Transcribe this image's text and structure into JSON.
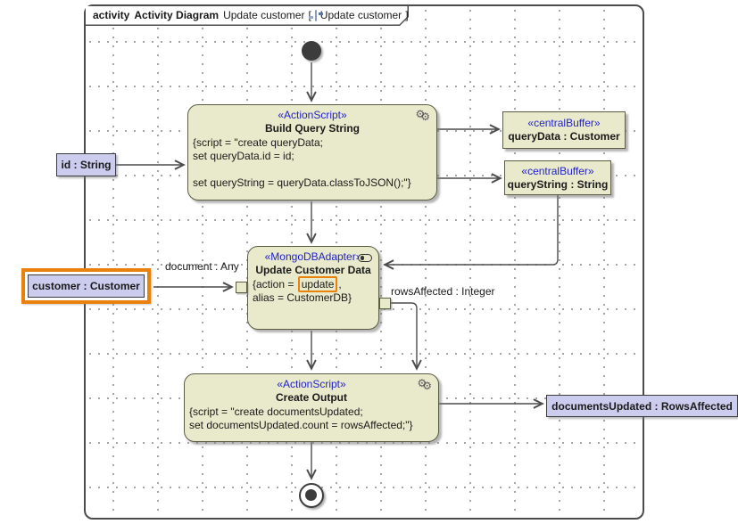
{
  "frame": {
    "keyword": "activity",
    "type_label": "Activity Diagram",
    "name": "Update customer",
    "bracket_open": "[",
    "bracket_name": "Update customer",
    "bracket_close": "]"
  },
  "nodes": {
    "build_query": {
      "stereotype": "«ActionScript»",
      "name": "Build Query String",
      "body_lines": [
        "{script = \"create queryData;",
        "set queryData.id = id;",
        "",
        "set queryString = queryData.classToJSON();\"}"
      ]
    },
    "query_data_buffer": {
      "stereotype": "«centralBuffer»",
      "name": "queryData : Customer"
    },
    "query_string_buffer": {
      "stereotype": "«centralBuffer»",
      "name": "queryString : String"
    },
    "id_param": {
      "label": "id : String"
    },
    "update_customer": {
      "stereotype": "«MongoDBAdapter»",
      "name": "Update Customer Data",
      "body_prefix": "{action = ",
      "body_highlight": "update",
      "body_suffix": ",",
      "body_line2": "alias = CustomerDB}"
    },
    "customer_param": {
      "label": "customer : Customer"
    },
    "create_output": {
      "stereotype": "«ActionScript»",
      "name": "Create Output",
      "body_lines": [
        "{script = \"create documentsUpdated;",
        "set documentsUpdated.count = rowsAffected;\"}"
      ]
    },
    "documents_updated_param": {
      "label": "documentsUpdated : RowsAffected"
    }
  },
  "edge_labels": {
    "document_pin": "document : Any",
    "rows_affected_pin": "rowsAffected : Integer"
  },
  "icons": {
    "gears": "⚙",
    "diagram_tab_icon": "activity-diagram-icon",
    "adapter_toggle_icon": "toggle-icon"
  },
  "colors": {
    "action_fill": "#e9e9cc",
    "object_fill": "#ccccee",
    "stereotype_blue": "#2222cc",
    "selection_orange": "#e8820c",
    "line": "#4c4c4c"
  }
}
